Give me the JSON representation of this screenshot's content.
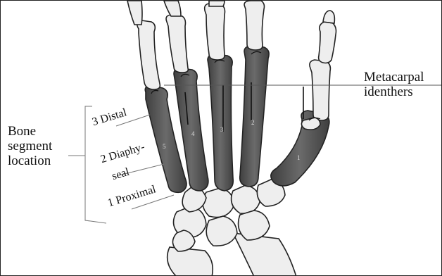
{
  "labels": {
    "bone_segment": [
      "Bone",
      "segment",
      "location"
    ],
    "metacarpal": [
      "Metacarpal",
      "identhers"
    ],
    "segments": {
      "distal": "3 Distal",
      "diaphyseal_1": "2 Diaphy-",
      "diaphyseal_2": "seal",
      "proximal": "1 Proximal"
    }
  },
  "metacarpal_numbers": [
    "5",
    "4",
    "3",
    "2",
    "1"
  ],
  "colors": {
    "bone_fill": "#eeeeee",
    "metacarpal_fill": "#555555",
    "outline": "#222222",
    "leader": "#555555"
  }
}
